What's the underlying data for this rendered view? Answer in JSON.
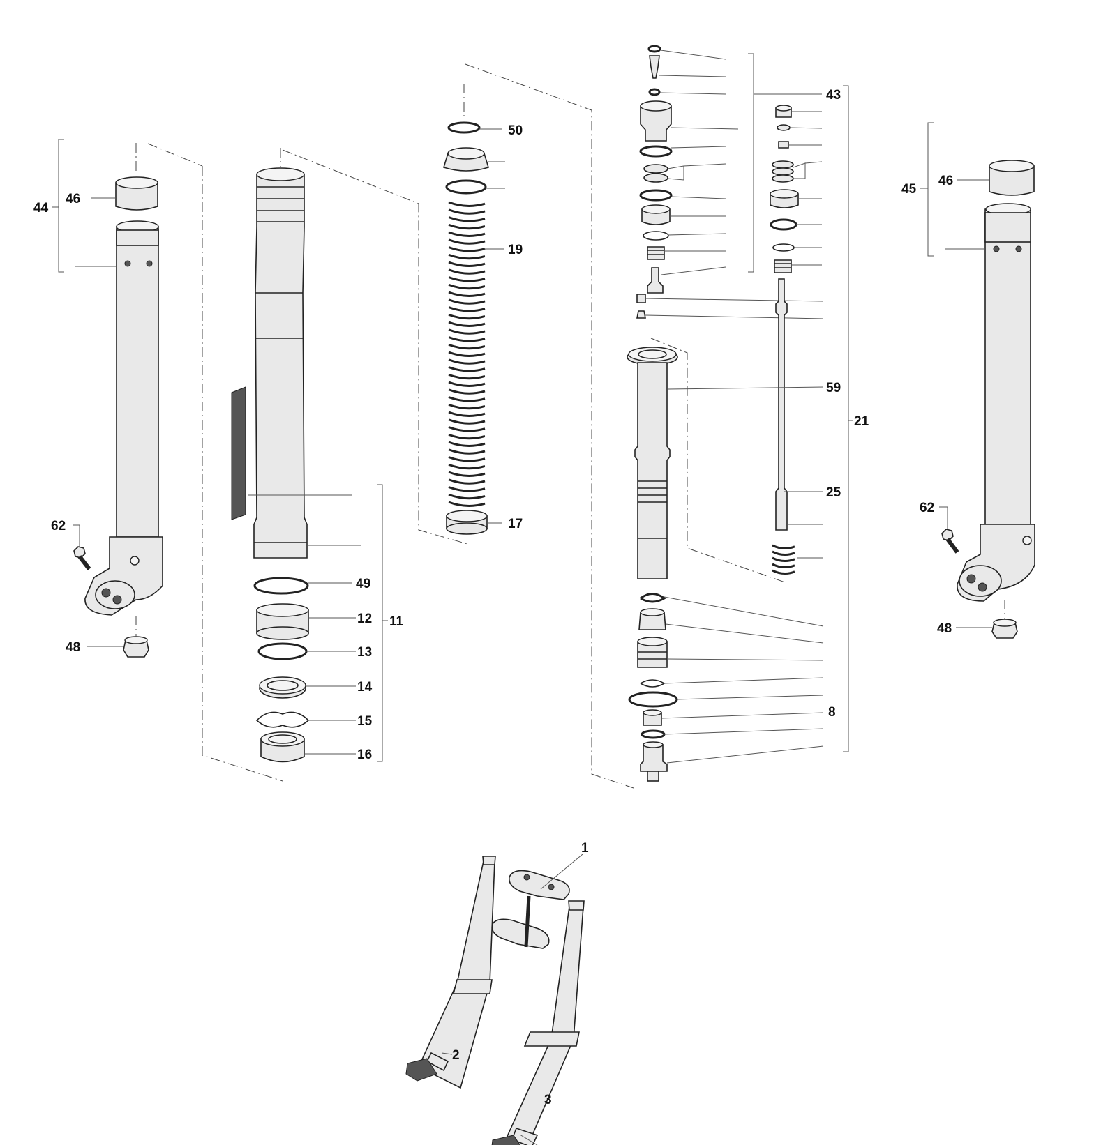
{
  "labels": {
    "l1": "1",
    "l2": "2",
    "l3": "3",
    "l8": "8",
    "l11": "11",
    "l12": "12",
    "l13": "13",
    "l14": "14",
    "l15": "15",
    "l16": "16",
    "l17": "17",
    "l19": "19",
    "l21": "21",
    "l25": "25",
    "l43": "43",
    "l44": "44",
    "l45": "45",
    "l46a": "46",
    "l46b": "46",
    "l48a": "48",
    "l48b": "48",
    "l49": "49",
    "l50": "50",
    "l59": "59",
    "l62a": "62",
    "l62b": "62"
  }
}
